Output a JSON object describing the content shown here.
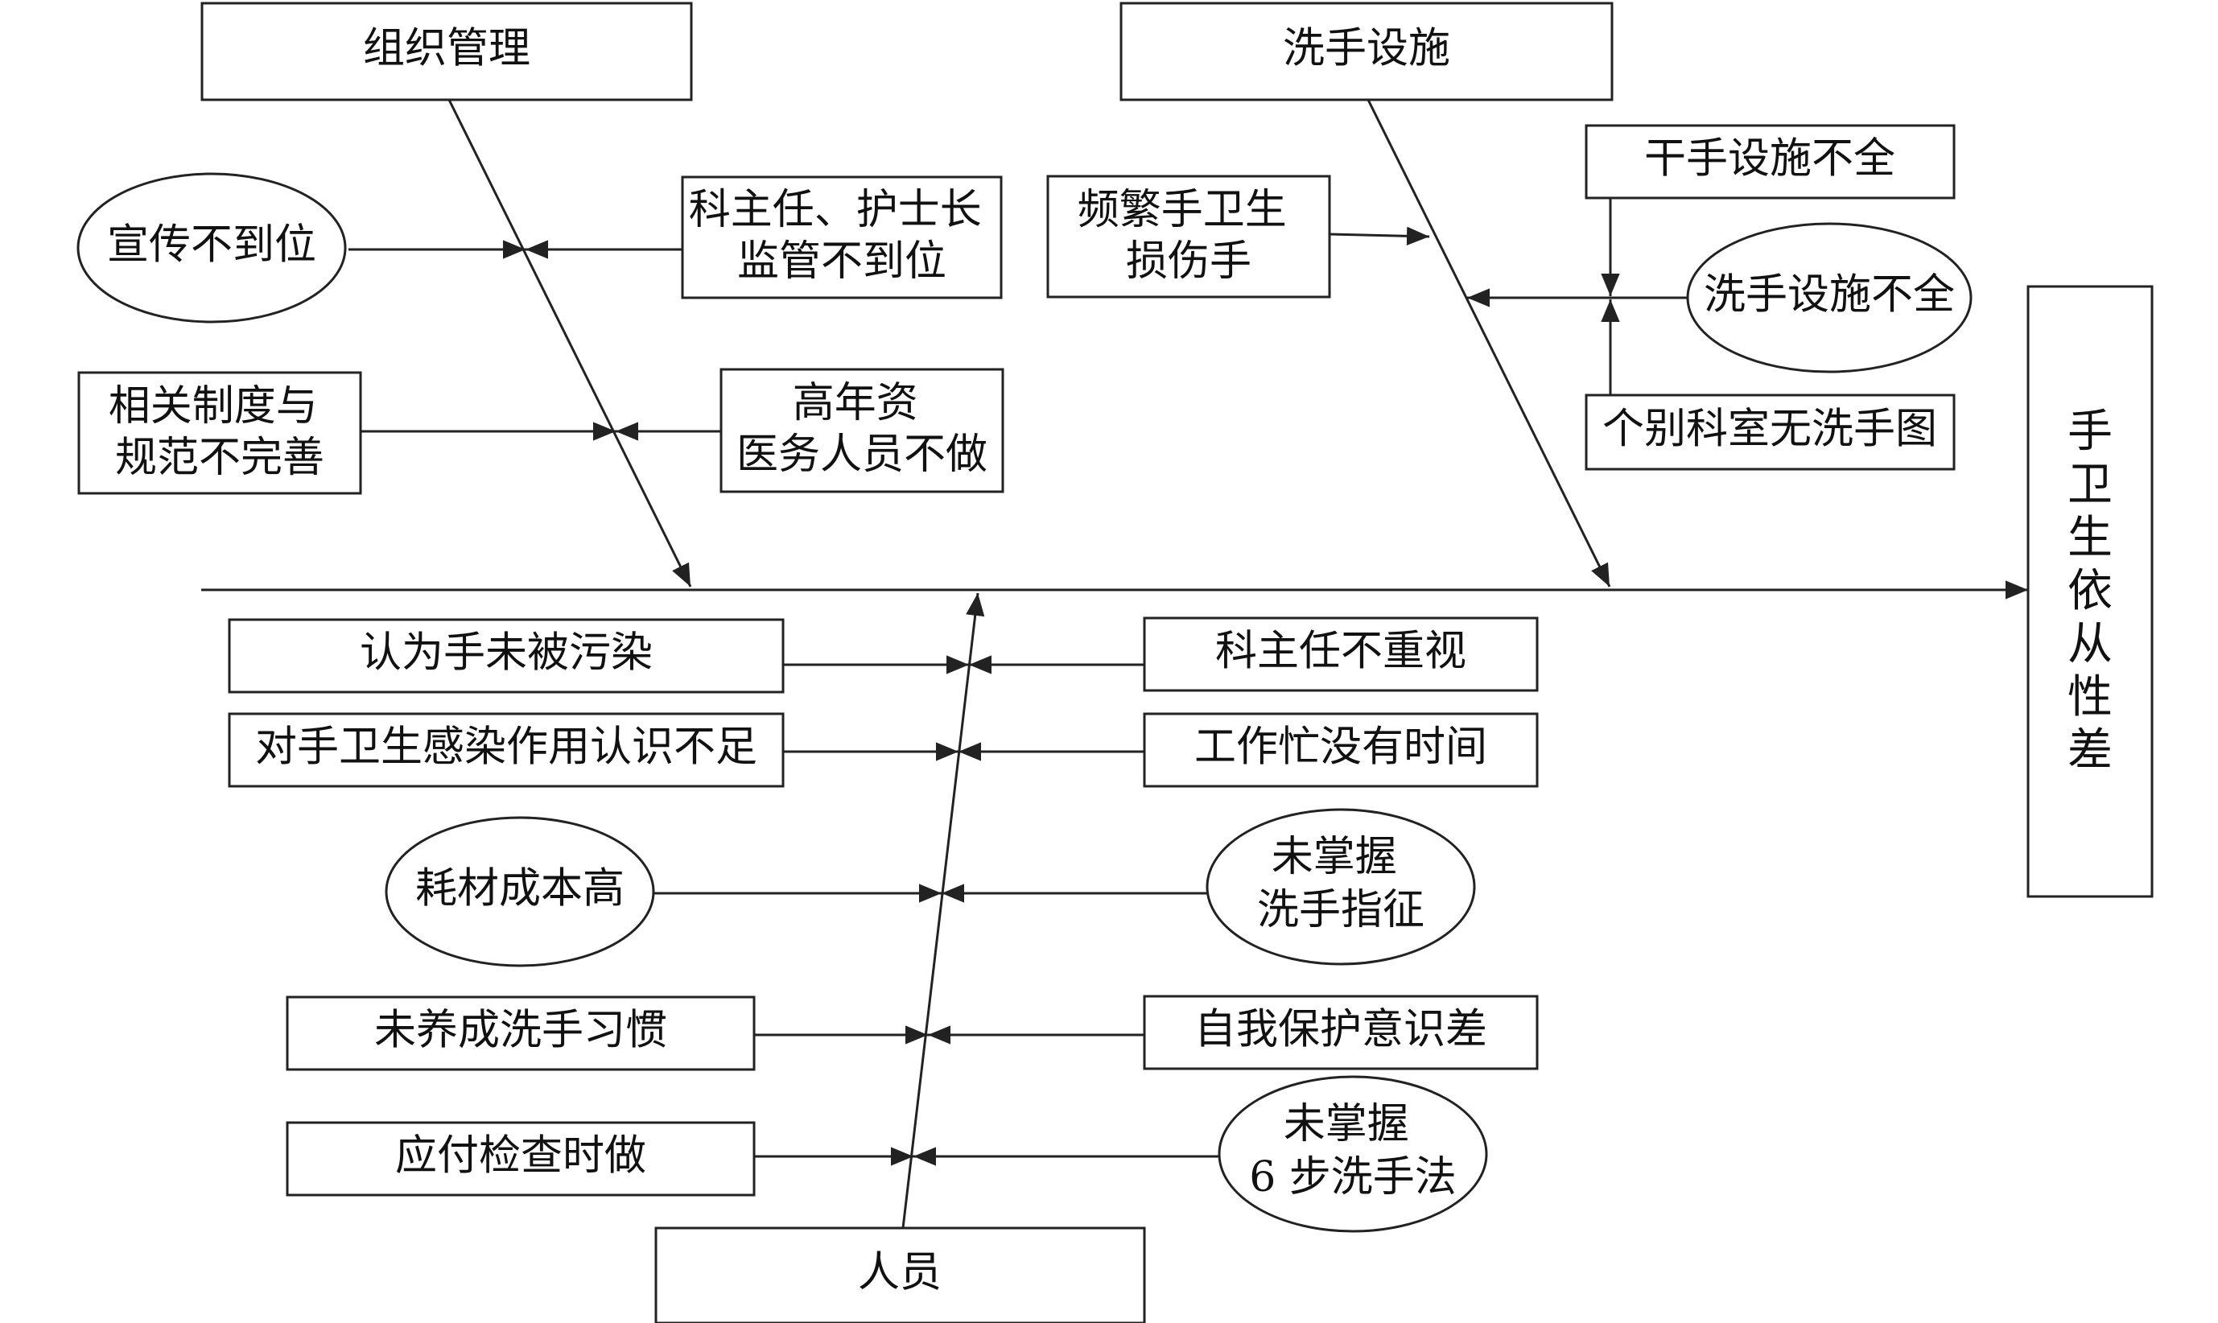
{
  "effect": "手卫生依从性差",
  "categories": {
    "organization": "组织管理",
    "facilities": "洗手设施",
    "personnel": "人员"
  },
  "causes": {
    "publicity": "宣传不到位",
    "director_supervision": [
      "科主任、护士长",
      "监管不到位"
    ],
    "rules_incomplete": [
      "相关制度与",
      "规范不完善"
    ],
    "senior_staff": [
      "高年资",
      "医务人员不做"
    ],
    "frequent_hand_damage": [
      "频繁手卫生",
      "损伤手"
    ],
    "dryer_incomplete": "干手设施不全",
    "wash_facility_incomplete": "洗手设施不全",
    "no_wash_diagram": "个别科室无洗手图",
    "think_not_contaminated": "认为手未被污染",
    "director_not_value": "科主任不重视",
    "insufficient_awareness": "对手卫生感染作用认识不足",
    "busy_no_time": "工作忙没有时间",
    "consumable_cost": "耗材成本高",
    "no_indication": [
      "未掌握",
      "洗手指征"
    ],
    "no_habit": "未养成洗手习惯",
    "self_protection": "自我保护意识差",
    "only_for_inspection": "应付检查时做",
    "no_six_steps": [
      "未掌握",
      "6 步洗手法"
    ]
  }
}
